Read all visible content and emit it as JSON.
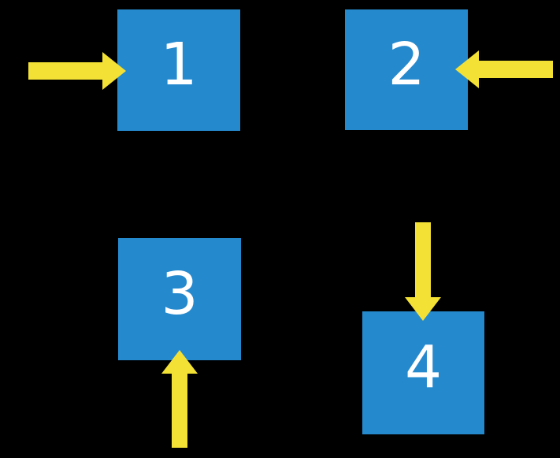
{
  "diagram": {
    "background_color": "#000000",
    "square_color": "#2589CE",
    "arrow_color": "#F4E136",
    "label_color": "#FFFFFF",
    "items": [
      {
        "label": "1",
        "arrow_direction": "pointing-right-into-left-side"
      },
      {
        "label": "2",
        "arrow_direction": "pointing-left-into-right-side"
      },
      {
        "label": "3",
        "arrow_direction": "pointing-up-into-bottom-side"
      },
      {
        "label": "4",
        "arrow_direction": "pointing-down-into-top-side"
      }
    ]
  }
}
